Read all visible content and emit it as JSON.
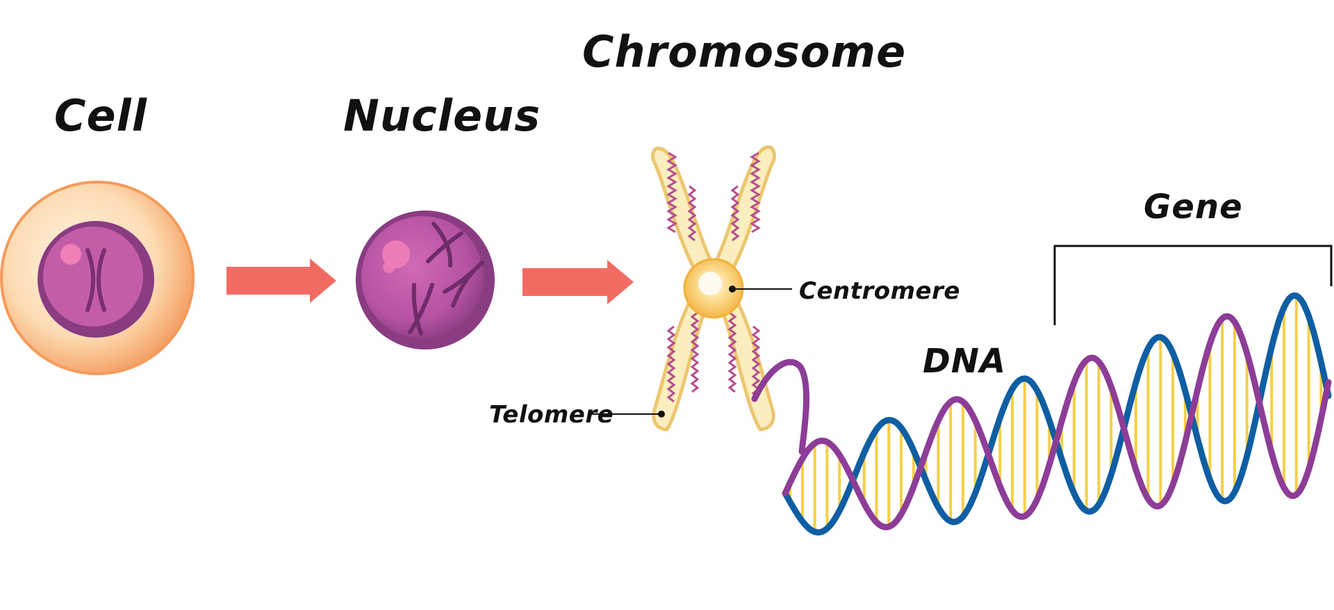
{
  "labels": {
    "cell": "Cell",
    "nucleus": "Nucleus",
    "chromosome": "Chromosome",
    "centromere": "Centromere",
    "telomere": "Telomere",
    "dna": "DNA",
    "gene": "Gene"
  },
  "colors": {
    "arrow": "#f26b63",
    "cell_outer": "#f5a469",
    "cell_inner": "#fde8c8",
    "nucleus_outer": "#8a3c82",
    "nucleus_inner": "#c75fac",
    "chromosome_fill": "#fbeebe",
    "chromosome_outline": "#ecc670",
    "chromosome_stripes": "#b54f8e",
    "centromere": "#f8c248",
    "dna_strand_purple": "#8d3d97",
    "dna_strand_blue": "#0f5ea3",
    "dna_base_pairs": "#f6cf47",
    "label_text": "#111111"
  },
  "icons": [
    "cell-icon",
    "nucleus-icon",
    "chromosome-icon",
    "dna-helix-icon",
    "arrow-right-icon"
  ]
}
